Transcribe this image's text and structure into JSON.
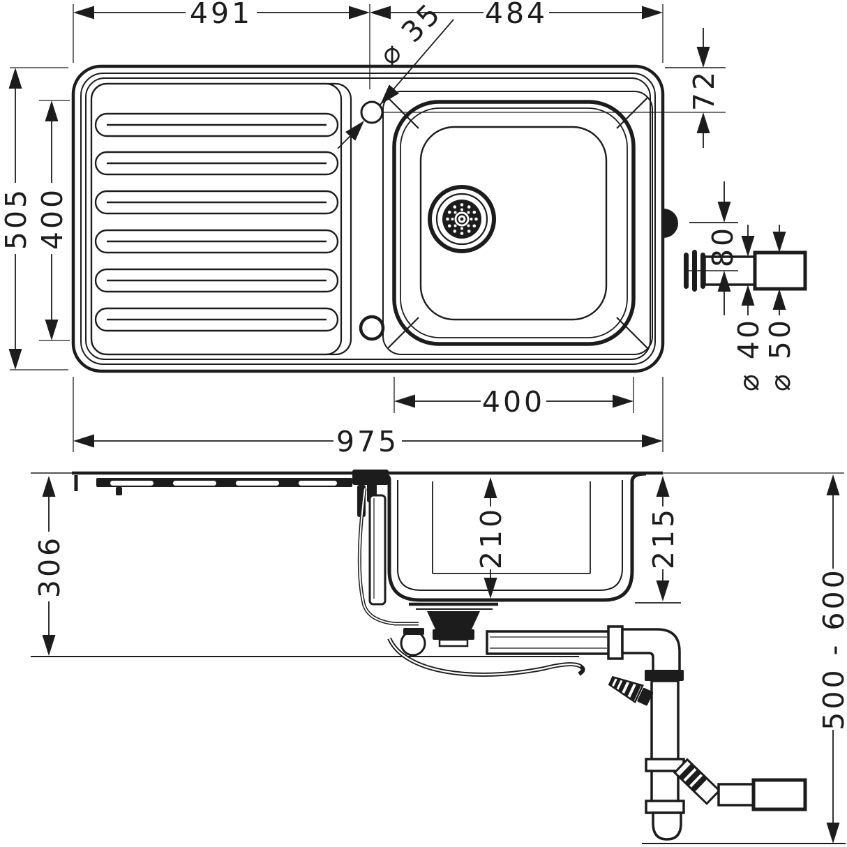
{
  "colors": {
    "ink": "#1c1c1c",
    "paper": "#ffffff"
  },
  "top_view": {
    "dims": {
      "drainer_width": "491",
      "right_section_width": "484",
      "tap_hole": "⌀ 35",
      "tap_hole_offset": "72",
      "overall_depth": "505",
      "recess_depth": "400",
      "overflow_drop": "80",
      "overflow_pipe": "⌀ 40",
      "overflow_socket": "⌀ 50",
      "bowl_width": "400",
      "overall_width": "975"
    }
  },
  "side_view": {
    "dims": {
      "underside_depth": "306",
      "bowl_inner_depth": "210",
      "bowl_outer_depth": "215",
      "drain_height_range": "500 - 600"
    }
  }
}
